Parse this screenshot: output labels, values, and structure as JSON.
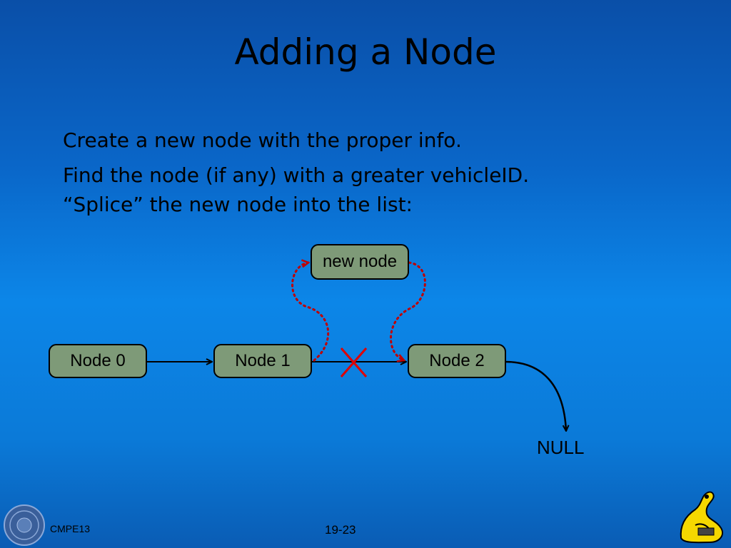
{
  "slide": {
    "title": "Adding a Node",
    "bullets": [
      "Create a new node with the proper info.",
      "Find the node (if any) with a greater vehicleID.",
      "“Splice” the new node into the list:"
    ]
  },
  "diagram": {
    "nodes": [
      "Node 0",
      "Node 1",
      "Node 2",
      "new node"
    ],
    "null_label": "NULL",
    "colors": {
      "node_fill": "#7e9a78",
      "splice_arrow": "#c00000",
      "cross_mark": "#e00000"
    }
  },
  "footer": {
    "course": "CMPE13",
    "page": "19-23"
  }
}
